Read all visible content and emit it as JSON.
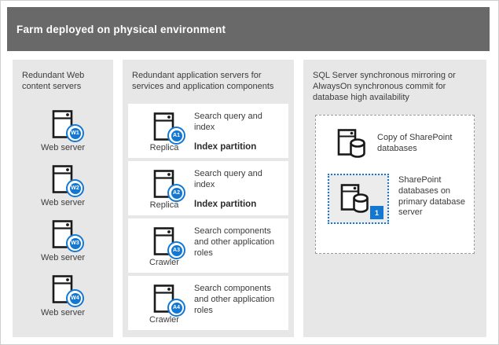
{
  "header": {
    "title": "Farm deployed on physical environment"
  },
  "colors": {
    "accent_blue": "#1478d2",
    "header_bg": "#696969",
    "panel_bg": "#e7e7e7",
    "card_bg": "#ffffff",
    "dashed_border": "#9a9a9a",
    "icon_stroke": "#1a1a1a"
  },
  "icons": {
    "web_server": "server-icon",
    "database_server": "database-server-icon"
  },
  "web_column": {
    "title": "Redundant Web content servers",
    "servers": [
      {
        "badge": "W1",
        "label": "Web server"
      },
      {
        "badge": "W2",
        "label": "Web server"
      },
      {
        "badge": "W3",
        "label": "Web server"
      },
      {
        "badge": "W4",
        "label": "Web server"
      }
    ]
  },
  "app_column": {
    "title": "Redundant application servers for services and application components",
    "cards": [
      {
        "badge": "A1",
        "label": "Replica",
        "desc": "Search query and index",
        "bold": "Index partition"
      },
      {
        "badge": "A2",
        "label": "Replica",
        "desc": "Search query and index",
        "bold": "Index partition"
      },
      {
        "badge": "A3",
        "label": "Crawler",
        "desc": "Search components and other application roles",
        "bold": ""
      },
      {
        "badge": "A4",
        "label": "Crawler",
        "desc": "Search components and other application roles",
        "bold": ""
      }
    ]
  },
  "sql_column": {
    "title": "SQL Server synchronous mirroring or AlwaysOn synchronous commit for database high availability",
    "copy_label": "Copy of SharePoint databases",
    "primary_label": "SharePoint databases on primary database server",
    "primary_badge": "1"
  }
}
